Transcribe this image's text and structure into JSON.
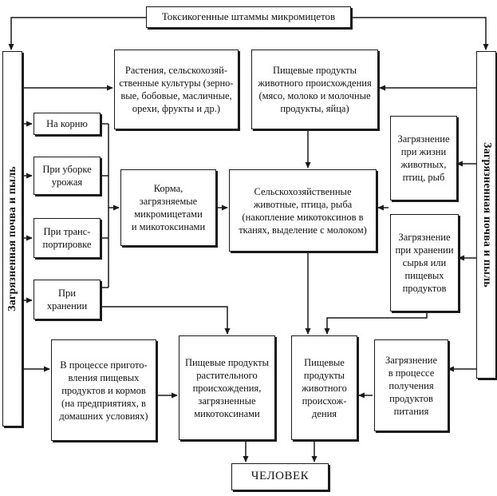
{
  "top_title": "Токсикогенные штаммы микромицетов",
  "left_bar": "Загрязненная почва и пыль",
  "right_bar": "Загрязненная почва и пыль",
  "plants": "Растения, сельскохозяй-\nственные культуры (зерно-\nвые, бобовые, масличные,\nорехи, фрукты и др.)",
  "animal_food_top": "Пищевые продукты\nживотного происхождения\n(мясо, молоко и молочные\nпродукты, яйца)",
  "on_root": "На корню",
  "harvest": "При уборке\nурожая",
  "transport": "При транс-\nпортировке",
  "storage": "При\nхранении",
  "feed": "Корма,\nзагрязняемые\nмикромицетами\nи микотоксинами",
  "farm_animals": "Сельскохозяйственные\nживотные, птица, рыба\n(накопление микотоксинов в\nтканях, выделение с молоком)",
  "live_animals": "Загрязнение\nпри жизни\nживотных,\nптиц, рыб",
  "raw_storage": "Загрязнение\nпри хранении\nсырья или\nпищевых\nпродуктов",
  "preparation": "В процессе пригото-\nвления пищевых\nпродуктов и кормов\n(на предприятиях, в\nдомашних условиях)",
  "plant_food": "Пищевые продукты\nрастительного\nпроисхождения,\nзагрязненные\nмикотоксинами",
  "animal_food_bottom": "Пищевые\nпродукты\nживотного\nпроисхож-\nдения",
  "production": "Загрязнение\nв процессе\nполучения\nпродуктов\nпитания",
  "human": "ЧЕЛОВЕК"
}
